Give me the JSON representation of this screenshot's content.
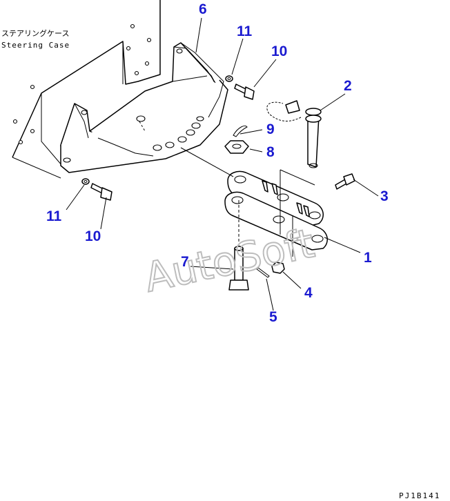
{
  "labels": {
    "steering_case_jp": "ステアリングケース",
    "steering_case_en": "Steering Case"
  },
  "callouts": {
    "c1": "1",
    "c2": "2",
    "c3": "3",
    "c4": "4",
    "c5": "5",
    "c6": "6",
    "c7": "7",
    "c8": "8",
    "c9": "9",
    "c10a": "10",
    "c10b": "10",
    "c11a": "11",
    "c11b": "11"
  },
  "watermark": "AutoSoft",
  "drawing_code": "PJ1B141",
  "colors": {
    "callout": "#1a1ad0",
    "line": "#000000",
    "watermark": "#bdbdbd"
  }
}
